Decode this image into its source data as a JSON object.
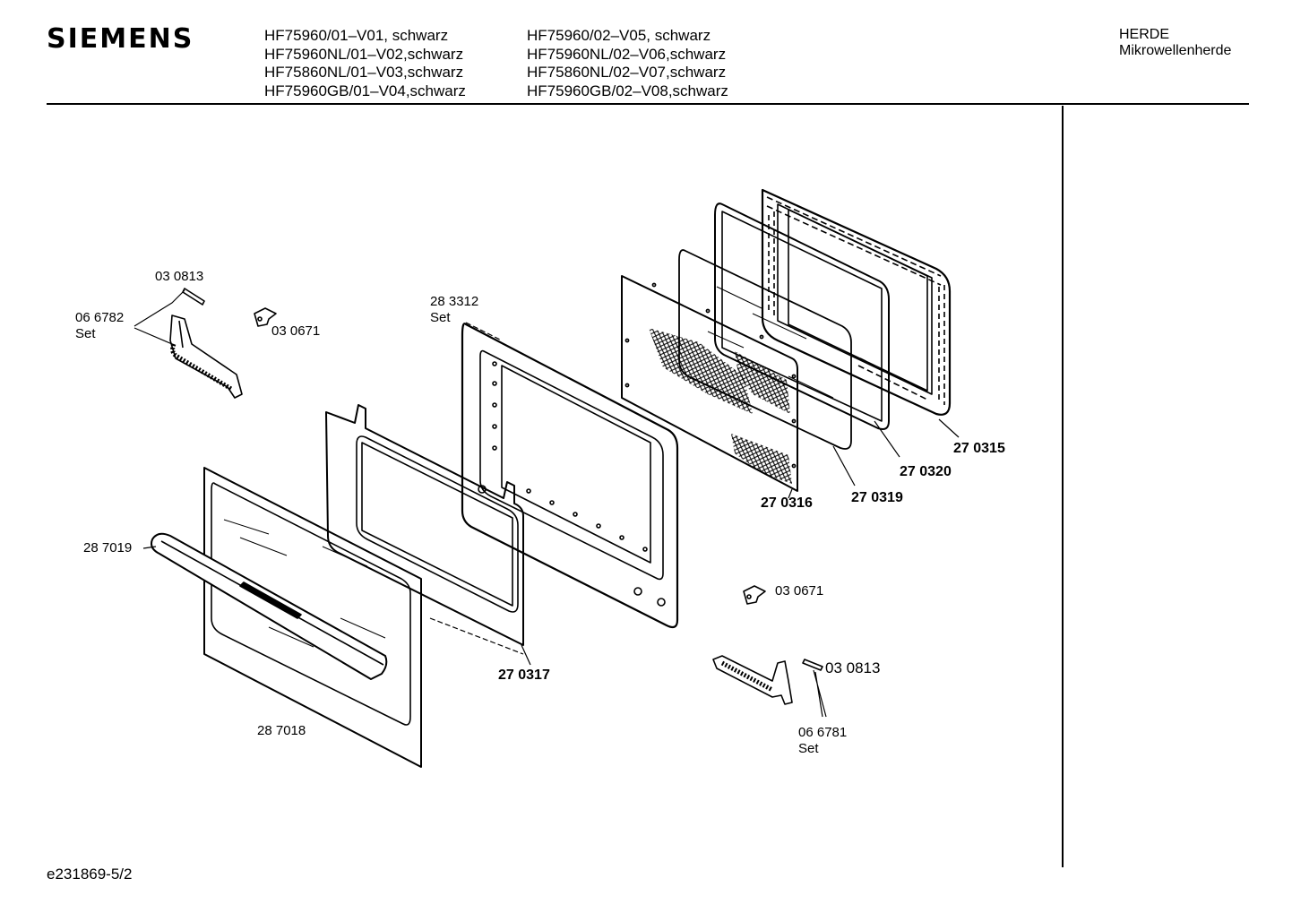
{
  "header": {
    "brand": "SIEMENS",
    "models_col1": [
      "HF75960/01–V01, schwarz",
      "HF75960NL/01–V02,schwarz",
      "HF75860NL/01–V03,schwarz",
      "HF75960GB/01–V04,schwarz"
    ],
    "models_col2": [
      "HF75960/02–V05, schwarz",
      "HF75960NL/02–V06,schwarz",
      "HF75860NL/02–V07,schwarz",
      "HF75960GB/02–V08,schwarz"
    ],
    "category": "HERDE",
    "subcategory": "Mikrowellenherde"
  },
  "parts": {
    "p030813_top": "03 0813",
    "p066782": "06 6782",
    "p066782_set": "Set",
    "p030671_top": "03 0671",
    "p283312": "28 3312",
    "p283312_set": "Set",
    "p270315": "27 0315",
    "p270320": "27 0320",
    "p270319": "27 0319",
    "p270316": "27 0316",
    "p287019": "28 7019",
    "p270317": "27 0317",
    "p287018": "28 7018",
    "p030671_bottom": "03 0671",
    "p030813_bottom": "03 0813",
    "p066781": "06 6781",
    "p066781_set": "Set"
  },
  "footer": {
    "doc_id": "e231869-5/2"
  }
}
